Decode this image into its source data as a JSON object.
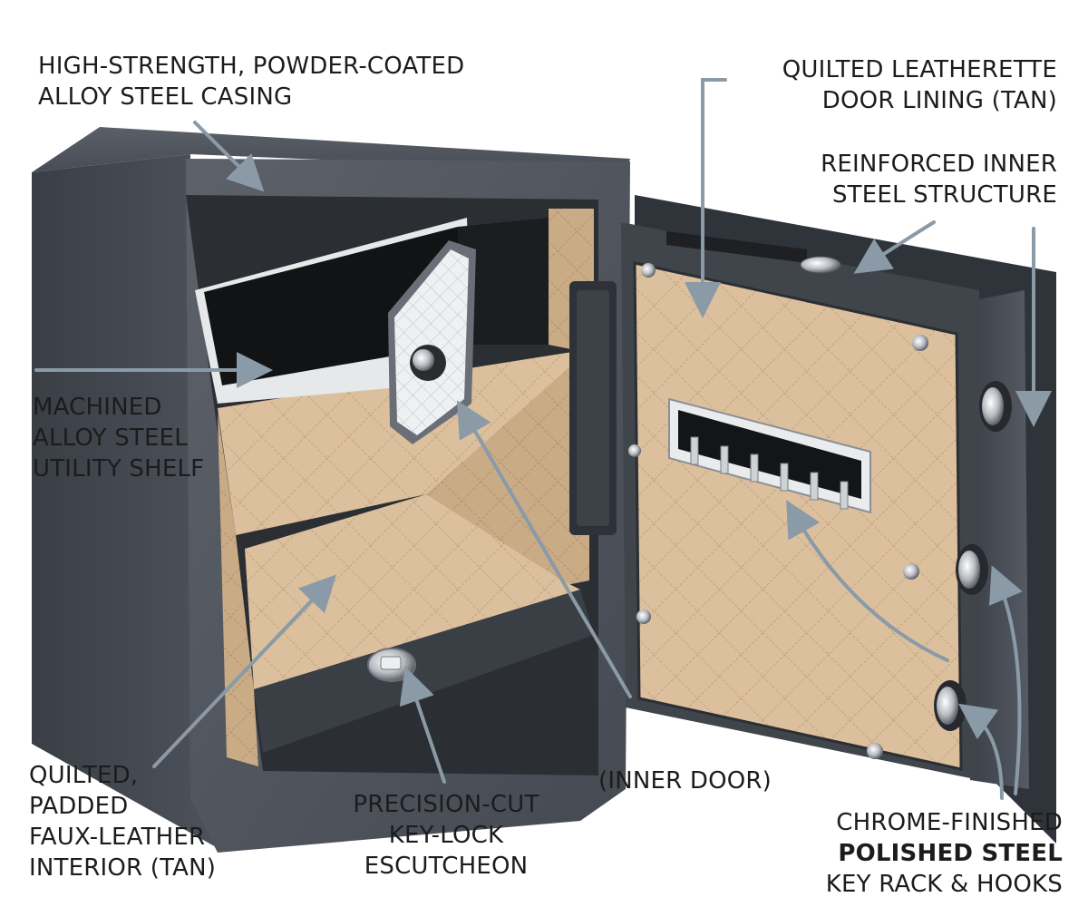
{
  "colors": {
    "casing": "#4a4f58",
    "casing_dark": "#2f333a",
    "lining": "#dcc09e",
    "lining_dark": "#b89a76",
    "chrome": "#d9d9d9",
    "arrow": "#8a9aa6"
  },
  "labels": {
    "casing": {
      "line1": "HIGH-STRENGTH, POWDER-COATED",
      "line2": "ALLOY STEEL CASING"
    },
    "door_lining": {
      "line1": "QUILTED LEATHERETTE",
      "line2": "DOOR LINING (TAN)"
    },
    "inner_structure": {
      "line1": "REINFORCED INNER",
      "line2": "STEEL STRUCTURE"
    },
    "shelf": {
      "line1": "MACHINED",
      "line2": "ALLOY STEEL",
      "line3": "UTILITY SHELF"
    },
    "interior": {
      "line1": "QUILTED,",
      "line2": "PADDED",
      "line3": "FAUX-LEATHER",
      "line4": "INTERIOR (TAN)"
    },
    "escutcheon": {
      "line1": "PRECISION-CUT",
      "line2": "KEY-LOCK",
      "line3": "ESCUTCHEON"
    },
    "inner_door": {
      "line1": "(INNER DOOR)"
    },
    "key_rack": {
      "line1": "CHROME-FINISHED",
      "line2": "POLISHED STEEL",
      "line3": "KEY RACK & HOOKS"
    }
  }
}
